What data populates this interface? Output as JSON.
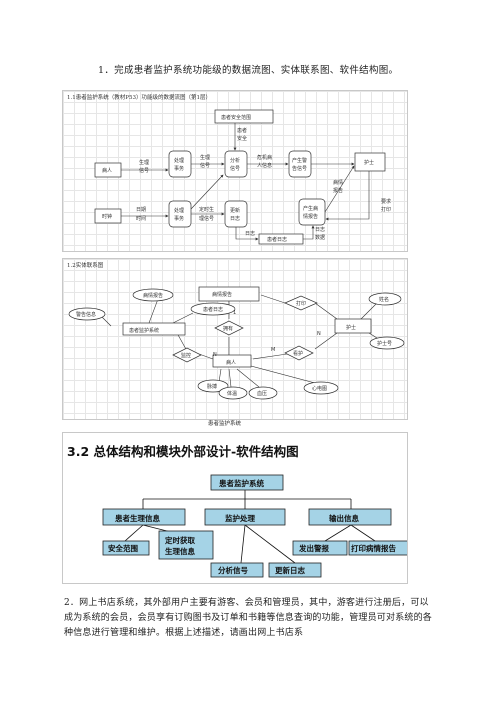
{
  "q1": "1．完成患者监护系统功能级的数据流图、实体联系图、软件结构图。",
  "dfd": {
    "title": "1.1患者监护系统（教材P53）功能级的数据流图（第1层）",
    "nodes": {
      "security_store": "患者安全范围",
      "patient": "病人",
      "clock": "时钟",
      "nurse": "护士",
      "proc_process": [
        "处理",
        "事务"
      ],
      "proc_analyze": [
        "分析",
        "信号"
      ],
      "proc_alarm": [
        "产生警",
        "告信号"
      ],
      "proc_time": [
        "处理",
        "事务"
      ],
      "proc_update": [
        "更新",
        "日志"
      ],
      "proc_report": [
        "产生病",
        "情报告"
      ],
      "log_store": "患者日志"
    },
    "flows": {
      "vital": [
        "生理",
        "信号"
      ],
      "vital2": [
        "生理",
        "信号"
      ],
      "safe": [
        "患者",
        "安全"
      ],
      "critical": [
        "危机病",
        "人信息"
      ],
      "date": [
        "日期",
        "时间"
      ],
      "timed": [
        "定时生",
        "理信号"
      ],
      "log": "日志",
      "logdata": [
        "日志",
        "数据"
      ],
      "report": [
        "病情",
        "报告"
      ],
      "request": [
        "要求",
        "打印"
      ]
    }
  },
  "er": {
    "title": "1.2实体联系图",
    "entities": {
      "report": "病情报告",
      "system": "患者监护系统",
      "patient": "病人",
      "nurse": "护士"
    },
    "attributes": {
      "report_attr": "病情报告",
      "log": "患者日志",
      "alarm": "警告信息",
      "name": "姓名",
      "id": "护士号",
      "pulse": "脉搏",
      "temp": "体温",
      "bp": "血压",
      "ecg": "心电图"
    },
    "relations": {
      "print": "打印",
      "has": "拥有",
      "monitor": "监控",
      "care": "看护"
    },
    "cards": {
      "one": "1",
      "n1": "N",
      "n2": "N",
      "m": "M"
    }
  },
  "caption": "患者监护系统",
  "structure": {
    "heading": "3.2 总体结构和模块外部设计-软件结构图",
    "root": "患者监护系统",
    "level2": [
      "患者生理信息",
      "监护处理",
      "输出信息"
    ],
    "level3": [
      "安全范围",
      [
        "定时获取",
        "生理信息"
      ],
      "分析信号",
      "更新日志",
      "发出警报",
      "打印病情报告"
    ]
  },
  "q2": "2．网上书店系统，其外部用户主要有游客、会员和管理员，其中，游客进行注册后，可以成为系统的会员，会员享有订购图书及订单和书籍等信息查询的功能，管理员可对系统的各种信息进行管理和维护。根据上述描述，请画出网上书店系"
}
